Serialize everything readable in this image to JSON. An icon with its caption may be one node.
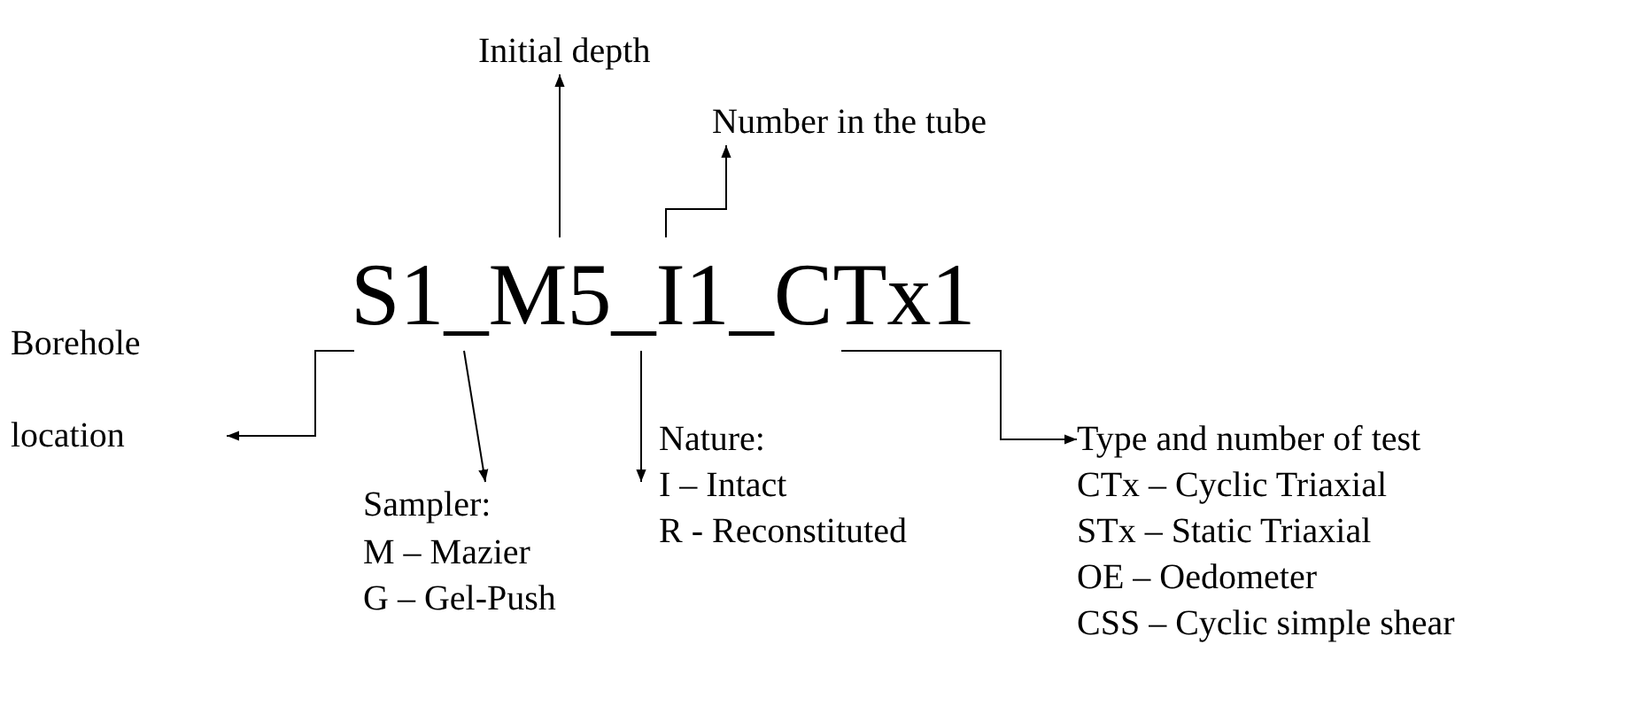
{
  "diagram": {
    "nodes": [
      {
        "text": [
          "S1_M5_I1_CTx1"
        ]
      },
      {
        "text": [
          "Initial depth"
        ]
      },
      {
        "text": [
          "Number in the tube"
        ]
      },
      {
        "text": [
          "Borehole location"
        ]
      },
      {
        "text": [
          "Sampler:",
          "M – Mazier",
          "G – Gel-Push"
        ]
      },
      {
        "text": [
          "Nature:",
          "I – Intact",
          "R - Reconstituted"
        ]
      },
      {
        "text": [
          "Type and number of test",
          "CTx – Cyclic Triaxial",
          "STx – Static Triaxial",
          "OE – Oedometer",
          "CSS – Cyclic simple shear"
        ]
      }
    ],
    "edges": [
      {
        "from": 0,
        "to": 1,
        "arrow": "to"
      },
      {
        "from": 0,
        "to": 2,
        "arrow": "to"
      },
      {
        "from": 0,
        "to": 3,
        "arrow": "to"
      },
      {
        "from": 0,
        "to": 4,
        "arrow": "to"
      },
      {
        "from": 0,
        "to": 5,
        "arrow": "to"
      },
      {
        "from": 0,
        "to": 6,
        "arrow": "to"
      }
    ]
  }
}
